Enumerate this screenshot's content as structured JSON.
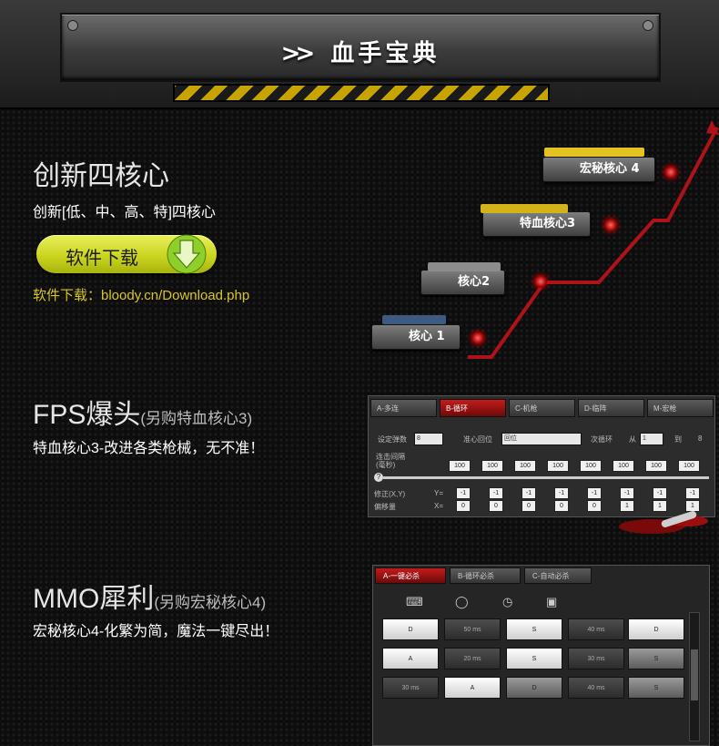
{
  "header": {
    "title": "血手宝典",
    "chevrons": ">>"
  },
  "section1": {
    "title": "创新四核心",
    "desc": "创新[低、中、高、特]四核心",
    "download_button": "软件下载",
    "download_link": "软件下载：bloody.cn/Download.php",
    "cores": [
      "核心 1",
      "核心2",
      "特血核心3",
      "宏秘核心 4"
    ],
    "colors": {
      "accent_red": "#b0121a",
      "button_green": "#c7d21c",
      "link_yellow": "#d9c622"
    }
  },
  "section2": {
    "title": "FPS爆头",
    "subtitle": "(另购特血核心3)",
    "desc": "特血核心3-改进各类枪械，无不准！",
    "panel": {
      "tabs": [
        "A-多连",
        "B-循环",
        "C-机枪",
        "D-临阵",
        "M-宏枪"
      ],
      "active_tab": 1,
      "row_labels": [
        "设定弹数",
        "准心回位",
        "次循环",
        "从",
        "到"
      ],
      "bullet_count": "8",
      "recoil_select": "回位",
      "loop_from": "1",
      "loop_to": "8",
      "interval_label": "连击间隔\n(毫秒)",
      "correction_label": "修正(X,Y)",
      "offset_label": "偏移量",
      "y_label": "Y=",
      "x_label": "X=",
      "help_icon": "?",
      "intervals": [
        "100",
        "100",
        "100",
        "100",
        "100",
        "100",
        "100",
        "100"
      ],
      "y_values": [
        "-1",
        "-1",
        "-1",
        "-1",
        "-1",
        "-1",
        "-1",
        "-1"
      ],
      "x_values": [
        "0",
        "0",
        "0",
        "0",
        "0",
        "1",
        "1",
        "1"
      ]
    }
  },
  "section3": {
    "title": "MMO犀利",
    "subtitle": "(另购宏秘核心4)",
    "desc": "宏秘核心4-化繁为简，魔法一键尽出！",
    "panel": {
      "tabs": [
        "A-一键必杀",
        "B-循环必杀",
        "C-自动必杀"
      ],
      "active_tab": 0,
      "icons": [
        "keyboard-icon",
        "mouse-icon",
        "clock-icon",
        "camera-icon"
      ],
      "cells": [
        [
          "D",
          "50 ms",
          "S",
          "40 ms",
          "D"
        ],
        [
          "A",
          "20 ms",
          "S",
          "30 ms",
          "S"
        ],
        [
          "30 ms",
          "A",
          "D",
          "40 ms",
          "S"
        ]
      ]
    }
  }
}
